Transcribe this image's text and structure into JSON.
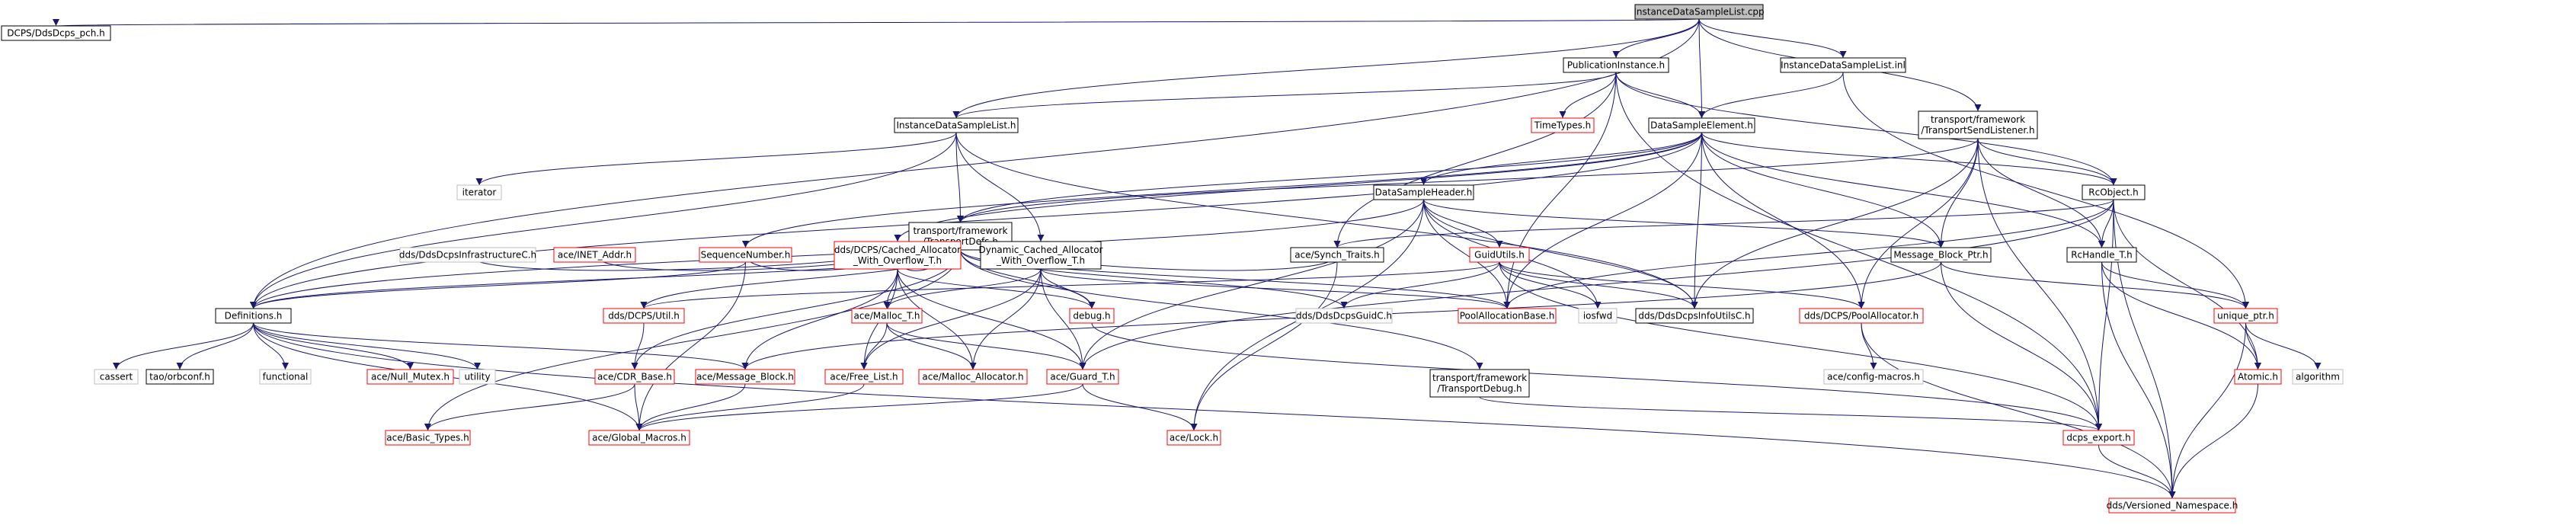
{
  "colors": {
    "edge": "#191970",
    "root_fill": "#bfbfbf",
    "documented_border": "#000000",
    "undocumented_border": "#bfbfbf",
    "truncated_border": "#ff0000",
    "text": "#000000"
  },
  "nodes": {
    "root": {
      "label": "InstanceDataSampleList.cpp",
      "style": "root"
    },
    "dcps_pch": {
      "label": "DCPS/DdsDcps_pch.h",
      "style": "doc"
    },
    "publication_instance": {
      "label": "PublicationInstance.h",
      "style": "doc"
    },
    "instance_list_inl": {
      "label": "InstanceDataSampleList.inl",
      "style": "doc"
    },
    "transport_send_listener": {
      "label": [
        "transport/framework",
        "/TransportSendListener.h"
      ],
      "style": "doc"
    },
    "instance_list_h": {
      "label": "InstanceDataSampleList.h",
      "style": "doc"
    },
    "time_types": {
      "label": "TimeTypes.h",
      "style": "trunc"
    },
    "data_sample_element": {
      "label": "DataSampleElement.h",
      "style": "doc"
    },
    "iterator": {
      "label": "iterator",
      "style": "undoc"
    },
    "transport_defs": {
      "label": [
        "transport/framework",
        "/TransportDefs.h"
      ],
      "style": "doc"
    },
    "data_sample_header": {
      "label": "DataSampleHeader.h",
      "style": "doc"
    },
    "rc_object": {
      "label": "RcObject.h",
      "style": "doc"
    },
    "dds_dcps_infra": {
      "label": "dds/DdsDcpsInfrastructureC.h",
      "style": "undoc"
    },
    "inet_addr": {
      "label": "ace/INET_Addr.h",
      "style": "trunc"
    },
    "sequence_number": {
      "label": "SequenceNumber.h",
      "style": "trunc"
    },
    "cached_allocator": {
      "label": [
        "dds/DCPS/Cached_Allocator",
        "_With_Overflow_T.h"
      ],
      "style": "trunc"
    },
    "dynamic_cached_allocator": {
      "label": [
        "Dynamic_Cached_Allocator",
        "_With_Overflow_T.h"
      ],
      "style": "doc"
    },
    "synch_traits": {
      "label": "ace/Synch_Traits.h",
      "style": "doc"
    },
    "guid_utils": {
      "label": "GuidUtils.h",
      "style": "trunc"
    },
    "message_block_ptr": {
      "label": "Message_Block_Ptr.h",
      "style": "doc"
    },
    "rc_handle": {
      "label": "RcHandle_T.h",
      "style": "doc"
    },
    "definitions": {
      "label": "Definitions.h",
      "style": "doc"
    },
    "dcps_util": {
      "label": "dds/DCPS/Util.h",
      "style": "trunc"
    },
    "malloc_t": {
      "label": "ace/Malloc_T.h",
      "style": "trunc"
    },
    "debug_h": {
      "label": "debug.h",
      "style": "trunc"
    },
    "dds_dcps_guid": {
      "label": "dds/DdsDcpsGuidC.h",
      "style": "undoc"
    },
    "pool_allocation_base": {
      "label": "PoolAllocationBase.h",
      "style": "trunc"
    },
    "iosfwd": {
      "label": "iosfwd",
      "style": "undoc"
    },
    "dds_dcps_info_utils": {
      "label": "dds/DdsDcpsInfoUtilsC.h",
      "style": "doc"
    },
    "pool_allocator": {
      "label": "dds/DCPS/PoolAllocator.h",
      "style": "trunc"
    },
    "unique_ptr": {
      "label": "unique_ptr.h",
      "style": "trunc"
    },
    "cassert": {
      "label": "cassert",
      "style": "undoc"
    },
    "orbconf": {
      "label": "tao/orbconf.h",
      "style": "doc"
    },
    "functional": {
      "label": "functional",
      "style": "undoc"
    },
    "null_mutex": {
      "label": "ace/Null_Mutex.h",
      "style": "trunc"
    },
    "utility": {
      "label": "utility",
      "style": "undoc"
    },
    "cdr_base": {
      "label": "ace/CDR_Base.h",
      "style": "trunc"
    },
    "message_block": {
      "label": "ace/Message_Block.h",
      "style": "trunc"
    },
    "free_list": {
      "label": "ace/Free_List.h",
      "style": "trunc"
    },
    "malloc_allocator": {
      "label": "ace/Malloc_Allocator.h",
      "style": "trunc"
    },
    "guard_t": {
      "label": "ace/Guard_T.h",
      "style": "trunc"
    },
    "transport_debug": {
      "label": [
        "transport/framework",
        "/TransportDebug.h"
      ],
      "style": "doc"
    },
    "config_macros": {
      "label": "ace/config-macros.h",
      "style": "undoc"
    },
    "atomic": {
      "label": "Atomic.h",
      "style": "trunc"
    },
    "algorithm": {
      "label": "algorithm",
      "style": "undoc"
    },
    "basic_types": {
      "label": "ace/Basic_Types.h",
      "style": "trunc"
    },
    "global_macros": {
      "label": "ace/Global_Macros.h",
      "style": "trunc"
    },
    "lock": {
      "label": "ace/Lock.h",
      "style": "trunc"
    },
    "dcps_export": {
      "label": "dcps_export.h",
      "style": "trunc"
    },
    "versioned_namespace": {
      "label": "dds/Versioned_Namespace.h",
      "style": "trunc"
    }
  },
  "edges": [
    [
      "root",
      "dcps_pch"
    ],
    [
      "root",
      "publication_instance"
    ],
    [
      "root",
      "instance_list_inl"
    ],
    [
      "root",
      "transport_send_listener"
    ],
    [
      "root",
      "instance_list_h"
    ],
    [
      "root",
      "data_sample_element"
    ],
    [
      "root",
      "definitions"
    ],
    [
      "publication_instance",
      "instance_list_h"
    ],
    [
      "publication_instance",
      "time_types"
    ],
    [
      "publication_instance",
      "data_sample_element"
    ],
    [
      "publication_instance",
      "synch_traits"
    ],
    [
      "publication_instance",
      "pool_allocation_base"
    ],
    [
      "publication_instance",
      "rc_object"
    ],
    [
      "publication_instance",
      "dcps_export"
    ],
    [
      "instance_list_inl",
      "data_sample_element"
    ],
    [
      "instance_list_inl",
      "unique_ptr"
    ],
    [
      "transport_send_listener",
      "transport_defs"
    ],
    [
      "transport_send_listener",
      "rc_object"
    ],
    [
      "transport_send_listener",
      "rc_handle"
    ],
    [
      "transport_send_listener",
      "message_block_ptr"
    ],
    [
      "transport_send_listener",
      "pool_allocator"
    ],
    [
      "transport_send_listener",
      "dds_dcps_info_utils"
    ],
    [
      "transport_send_listener",
      "dcps_export"
    ],
    [
      "instance_list_h",
      "iterator"
    ],
    [
      "instance_list_h",
      "transport_defs"
    ],
    [
      "instance_list_h",
      "definitions"
    ],
    [
      "instance_list_h",
      "dynamic_cached_allocator"
    ],
    [
      "instance_list_h",
      "dds_dcps_info_utils"
    ],
    [
      "data_sample_element",
      "transport_defs"
    ],
    [
      "data_sample_element",
      "data_sample_header"
    ],
    [
      "data_sample_element",
      "rc_object"
    ],
    [
      "data_sample_element",
      "message_block_ptr"
    ],
    [
      "data_sample_element",
      "rc_handle"
    ],
    [
      "data_sample_element",
      "pool_allocation_base"
    ],
    [
      "data_sample_element",
      "dds_dcps_info_utils"
    ],
    [
      "data_sample_element",
      "pool_allocator"
    ],
    [
      "data_sample_element",
      "definitions"
    ],
    [
      "data_sample_element",
      "cached_allocator"
    ],
    [
      "data_sample_element",
      "sequence_number"
    ],
    [
      "transport_defs",
      "dds_dcps_infra"
    ],
    [
      "transport_defs",
      "inet_addr"
    ],
    [
      "transport_defs",
      "sequence_number"
    ],
    [
      "transport_defs",
      "cached_allocator"
    ],
    [
      "transport_defs",
      "synch_traits"
    ],
    [
      "transport_defs",
      "definitions"
    ],
    [
      "transport_defs",
      "dcps_util"
    ],
    [
      "transport_defs",
      "debug_h"
    ],
    [
      "transport_defs",
      "dds_dcps_guid"
    ],
    [
      "transport_defs",
      "pool_allocation_base"
    ],
    [
      "transport_defs",
      "transport_debug"
    ],
    [
      "transport_defs",
      "basic_types"
    ],
    [
      "transport_defs",
      "cdr_base"
    ],
    [
      "data_sample_header",
      "message_block_ptr"
    ],
    [
      "data_sample_header",
      "guid_utils"
    ],
    [
      "data_sample_header",
      "pool_allocation_base"
    ],
    [
      "data_sample_header",
      "iosfwd"
    ],
    [
      "data_sample_header",
      "definitions"
    ],
    [
      "data_sample_header",
      "guard_t"
    ],
    [
      "data_sample_header",
      "lock"
    ],
    [
      "data_sample_header",
      "dds_dcps_info_utils"
    ],
    [
      "rc_object",
      "synch_traits"
    ],
    [
      "rc_object",
      "rc_handle"
    ],
    [
      "rc_object",
      "pool_allocation_base"
    ],
    [
      "rc_object",
      "atomic"
    ],
    [
      "rc_object",
      "dcps_export"
    ],
    [
      "rc_object",
      "guard_t"
    ],
    [
      "rc_object",
      "versioned_namespace"
    ],
    [
      "sequence_number",
      "definitions"
    ],
    [
      "sequence_number",
      "global_macros"
    ],
    [
      "cached_allocator",
      "malloc_t"
    ],
    [
      "cached_allocator",
      "free_list"
    ],
    [
      "cached_allocator",
      "guard_t"
    ],
    [
      "cached_allocator",
      "malloc_allocator"
    ],
    [
      "cached_allocator",
      "debug_h"
    ],
    [
      "cached_allocator",
      "message_block"
    ],
    [
      "dynamic_cached_allocator",
      "malloc_t"
    ],
    [
      "dynamic_cached_allocator",
      "free_list"
    ],
    [
      "dynamic_cached_allocator",
      "guard_t"
    ],
    [
      "dynamic_cached_allocator",
      "malloc_allocator"
    ],
    [
      "dynamic_cached_allocator",
      "debug_h"
    ],
    [
      "dynamic_cached_allocator",
      "pool_allocation_base"
    ],
    [
      "synch_traits",
      "lock"
    ],
    [
      "guid_utils",
      "dds_dcps_guid"
    ],
    [
      "guid_utils",
      "dcps_util"
    ],
    [
      "guid_utils",
      "iosfwd"
    ],
    [
      "guid_utils",
      "dds_dcps_info_utils"
    ],
    [
      "guid_utils",
      "pool_allocator"
    ],
    [
      "guid_utils",
      "dcps_export"
    ],
    [
      "message_block_ptr",
      "unique_ptr"
    ],
    [
      "message_block_ptr",
      "message_block"
    ],
    [
      "message_block_ptr",
      "dcps_export"
    ],
    [
      "rc_handle",
      "unique_ptr"
    ],
    [
      "rc_handle",
      "atomic"
    ],
    [
      "rc_handle",
      "versioned_namespace"
    ],
    [
      "definitions",
      "cassert"
    ],
    [
      "definitions",
      "orbconf"
    ],
    [
      "definitions",
      "functional"
    ],
    [
      "definitions",
      "null_mutex"
    ],
    [
      "definitions",
      "utility"
    ],
    [
      "definitions",
      "message_block"
    ],
    [
      "definitions",
      "global_macros"
    ],
    [
      "definitions",
      "versioned_namespace"
    ],
    [
      "dcps_util",
      "cdr_base"
    ],
    [
      "malloc_t",
      "free_list"
    ],
    [
      "malloc_t",
      "malloc_allocator"
    ],
    [
      "malloc_t",
      "guard_t"
    ],
    [
      "debug_h",
      "dcps_export"
    ],
    [
      "pool_allocator",
      "config_macros"
    ],
    [
      "pool_allocator",
      "versioned_namespace"
    ],
    [
      "unique_ptr",
      "atomic"
    ],
    [
      "unique_ptr",
      "algorithm"
    ],
    [
      "unique_ptr",
      "versioned_namespace"
    ],
    [
      "cdr_base",
      "basic_types"
    ],
    [
      "cdr_base",
      "global_macros"
    ],
    [
      "message_block",
      "global_macros"
    ],
    [
      "free_list",
      "global_macros"
    ],
    [
      "guard_t",
      "lock"
    ],
    [
      "guard_t",
      "global_macros"
    ],
    [
      "transport_debug",
      "dcps_export"
    ],
    [
      "atomic",
      "versioned_namespace"
    ],
    [
      "dcps_export",
      "versioned_namespace"
    ]
  ]
}
